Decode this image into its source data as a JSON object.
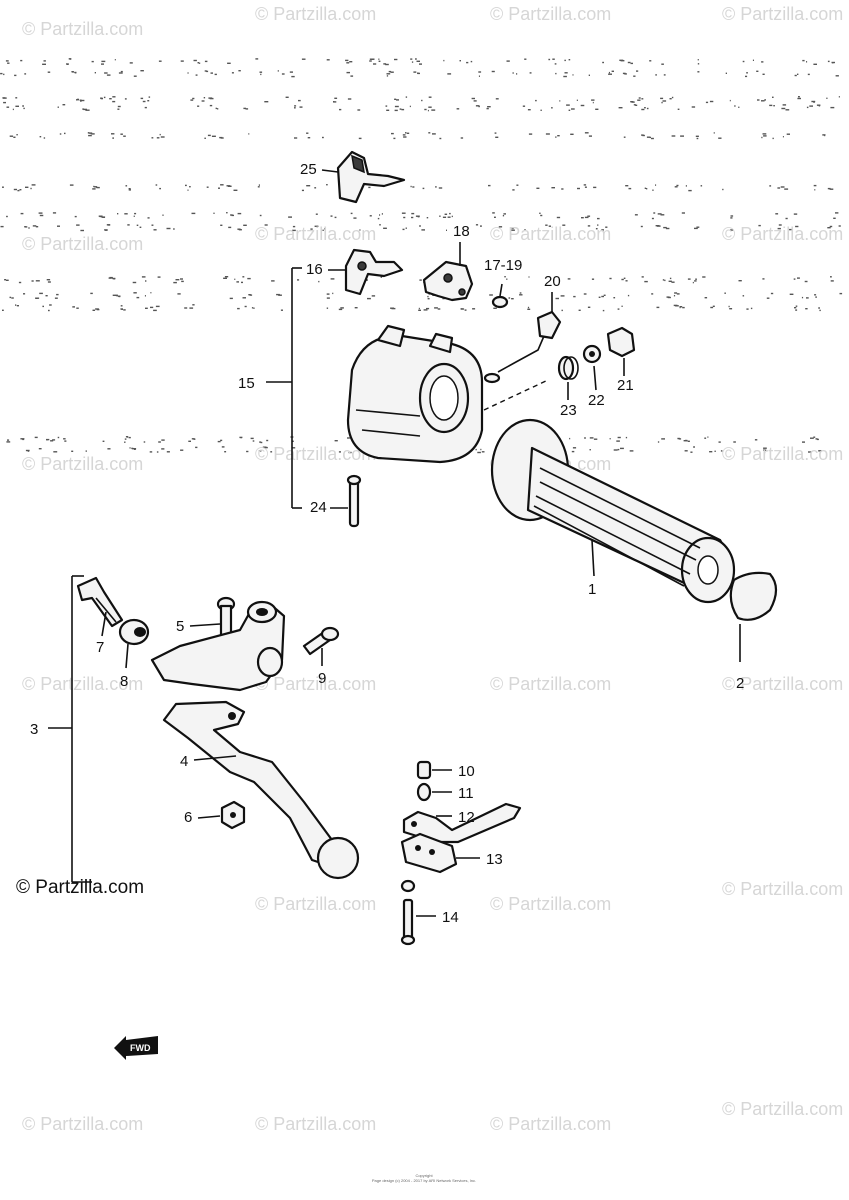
{
  "watermark": "© Partzilla.com",
  "corner_credit": "© Partzilla.com",
  "direction_badge": "FWD",
  "footer": {
    "line1": "Copyright",
    "line2": "Page design (c) 2004 - 2017 by ARI Network Services, Inc."
  },
  "callouts": {
    "c1": "1",
    "c2": "2",
    "c3": "3",
    "c4": "4",
    "c5": "5",
    "c6": "6",
    "c7": "7",
    "c8": "8",
    "c9": "9",
    "c10": "10",
    "c11": "11",
    "c12": "12",
    "c13": "13",
    "c14": "14",
    "c15": "15",
    "c16": "16",
    "c17_19": "17-19",
    "c18": "18",
    "c20": "20",
    "c21": "21",
    "c22": "22",
    "c23": "23",
    "c24": "24",
    "c25": "25"
  },
  "colors": {
    "ink": "#111111",
    "watermark": "#d6d6d6",
    "paper": "#ffffff"
  }
}
